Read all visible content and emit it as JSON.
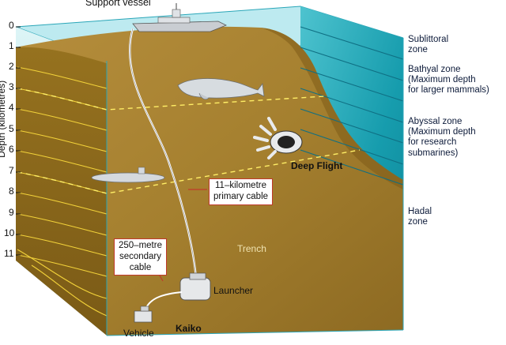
{
  "labels": {
    "support_vessel": "Support vessel",
    "deep_flight": "Deep Flight",
    "trench": "Trench",
    "launcher": "Launcher",
    "kaiko": "Kaiko",
    "vehicle": "Vehicle",
    "depth_axis": "Depth (kilometres)"
  },
  "depth_ticks": [
    "0",
    "1",
    "2",
    "3",
    "4",
    "5",
    "6",
    "7",
    "8",
    "9",
    "10",
    "11"
  ],
  "zones": [
    {
      "lines": [
        "Sublittoral",
        "zone"
      ]
    },
    {
      "lines": [
        "Bathyal zone",
        "(Maximum depth",
        "for larger mammals)"
      ]
    },
    {
      "lines": [
        "Abyssal zone",
        "(Maximum depth",
        "for research",
        "submarines)"
      ]
    },
    {
      "lines": [
        "Hadal",
        "zone"
      ]
    }
  ],
  "callouts": {
    "primary": [
      "11–kilometre",
      "primary cable"
    ],
    "secondary": [
      "250–metre",
      "secondary",
      "cable"
    ]
  },
  "colors": {
    "water_front": "#bfe6ea",
    "water_right": "#1ea5b5",
    "seafloor": "#a07a2b",
    "seafloor_dark": "#6e4f14",
    "stripe": "#f2d23a",
    "zone_dash": "#ffee66",
    "callout_border": "#c0392b"
  }
}
